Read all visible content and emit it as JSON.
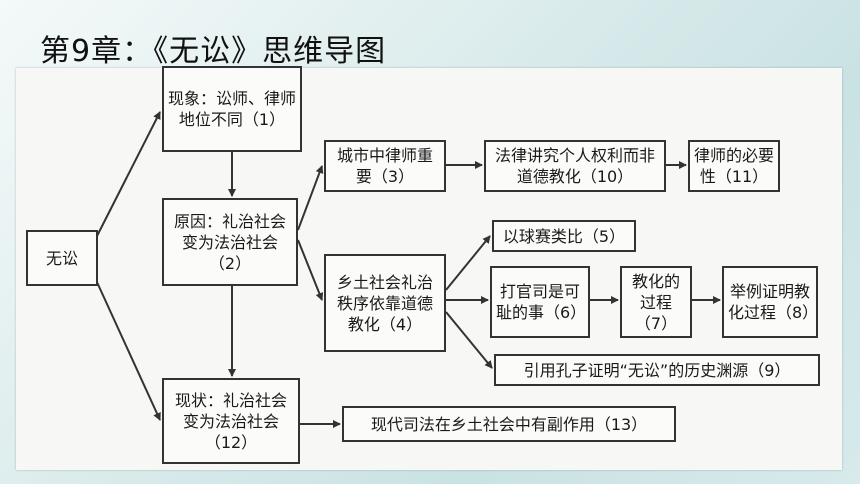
{
  "title": "第9章：《无讼》思维导图",
  "nodes": {
    "root": "无讼",
    "n1": "现象：讼师、律师地位不同（1）",
    "n2": "原因：礼治社会变为法治社会（2）",
    "n12": "现状：礼治社会变为法治社会（12）",
    "n3": "城市中律师重要（3）",
    "n10": "法律讲究个人权利而非道德教化（10）",
    "n11": "律师的必要性（11）",
    "n4": "乡土社会礼治秩序依靠道德教化（4）",
    "n5": "以球赛类比（5）",
    "n6": "打官司是可耻的事（6）",
    "n7": "教化的过程（7）",
    "n8": "举例证明教化过程（8）",
    "n9": "引用孔子证明“无讼”的历史渊源（9）",
    "n13": "现代司法在乡土社会中有副作用（13）"
  },
  "colors": {
    "line": "#333333",
    "box_border": "#333333",
    "background": "#dcecec"
  }
}
